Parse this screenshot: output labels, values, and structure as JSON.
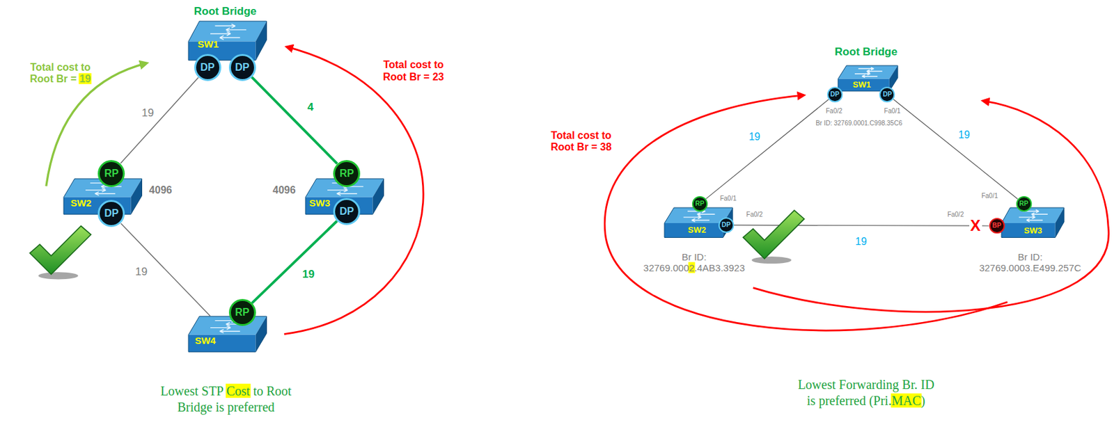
{
  "diagram": {
    "nodes": [
      {
        "text": [
          "SW1"
        ]
      },
      {
        "text": [
          "DP"
        ]
      },
      {
        "text": [
          "DP"
        ]
      },
      {
        "text": [
          "SW2"
        ]
      },
      {
        "text": [
          "RP"
        ]
      },
      {
        "text": [
          "DP"
        ]
      },
      {
        "text": [
          "SW3"
        ]
      },
      {
        "text": [
          "RP"
        ]
      },
      {
        "text": [
          "DP"
        ]
      },
      {
        "text": [
          "SW4"
        ]
      },
      {
        "text": [
          "RP"
        ]
      },
      {
        "text": [
          "SW1"
        ]
      },
      {
        "text": [
          "DP"
        ]
      },
      {
        "text": [
          "DP"
        ]
      },
      {
        "text": [
          "SW2"
        ]
      },
      {
        "text": [
          "RP"
        ]
      },
      {
        "text": [
          "DP"
        ]
      },
      {
        "text": [
          "SW3"
        ]
      },
      {
        "text": [
          "RP"
        ]
      },
      {
        "text": [
          "BP"
        ]
      }
    ],
    "edges": [
      {
        "from": 1,
        "to": 4,
        "arrow": "none",
        "label": "19"
      },
      {
        "from": 2,
        "to": 7,
        "arrow": "none",
        "label": "4"
      },
      {
        "from": 5,
        "to": 9,
        "arrow": "none",
        "label": "19"
      },
      {
        "from": 8,
        "to": 10,
        "arrow": "none",
        "label": "19"
      },
      {
        "from": 12,
        "to": 15,
        "arrow": "none",
        "label": "19"
      },
      {
        "from": 13,
        "to": 18,
        "arrow": "none",
        "label": "19"
      },
      {
        "from": 16,
        "to": 19,
        "arrow": "none",
        "label": "19"
      }
    ],
    "labels": [
      "Root Bridge",
      "4096",
      "4096",
      "Total cost to Root Br = 19",
      "Total cost to Root Br = 23",
      "Lowest STP Cost to Root Bridge is preferred",
      "Root Bridge",
      "Fa0/2",
      "Fa0/1",
      "Br ID: 32769.0001.C998.35C6",
      "Total cost to Root Br = 38",
      "Fa0/1",
      "Fa0/2",
      "Br ID: 32769.0002.4AB3.3923",
      "Fa0/2",
      "X",
      "Fa0/1",
      "Br ID: 32769.0003.E499.257C",
      "Lowest Forwarding Br. ID is preferred (Pri.MAC)"
    ]
  }
}
